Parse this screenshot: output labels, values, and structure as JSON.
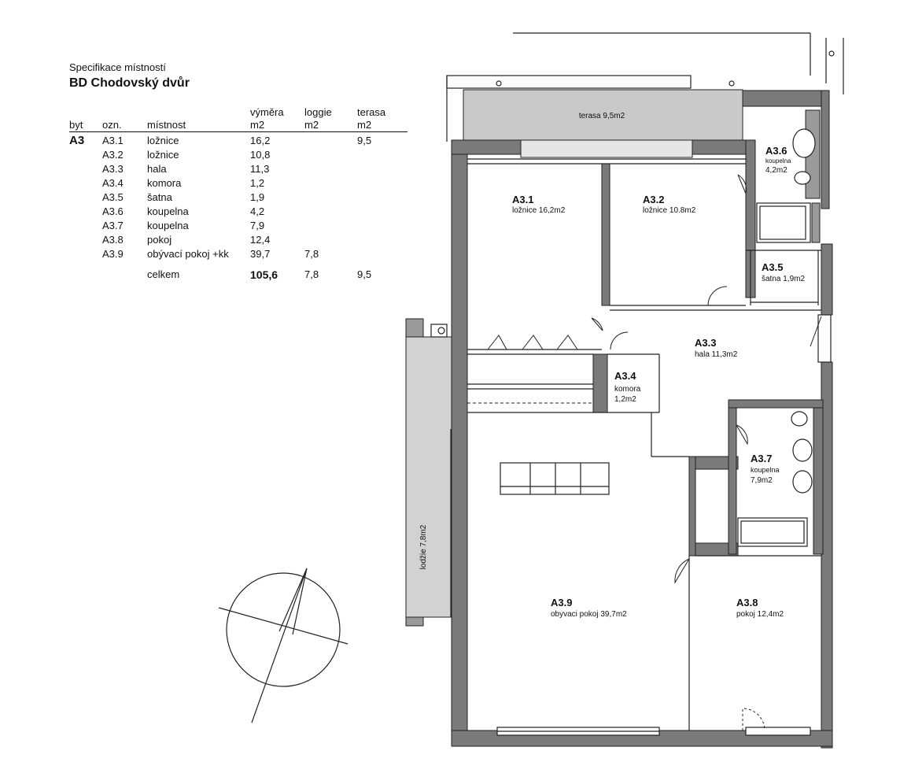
{
  "spec": {
    "subtitle": "Specifikace místností",
    "title": "BD Chodovský dvůr",
    "headers": {
      "byt": "byt",
      "ozn": "ozn.",
      "mistnost": "místnost",
      "vymera": "výměra",
      "vymera_unit": "m2",
      "loggie": "loggie",
      "loggie_unit": "m2",
      "terasa": "terasa",
      "terasa_unit": "m2"
    },
    "byt": "A3",
    "rows": [
      {
        "code": "A3.1",
        "room": "ložnice",
        "area": "16,2",
        "loggie": "",
        "terasa": "9,5"
      },
      {
        "code": "A3.2",
        "room": "ložnice",
        "area": "10,8",
        "loggie": "",
        "terasa": ""
      },
      {
        "code": "A3.3",
        "room": "hala",
        "area": "11,3",
        "loggie": "",
        "terasa": ""
      },
      {
        "code": "A3.4",
        "room": "komora",
        "area": "1,2",
        "loggie": "",
        "terasa": ""
      },
      {
        "code": "A3.5",
        "room": "šatna",
        "area": "1,9",
        "loggie": "",
        "terasa": ""
      },
      {
        "code": "A3.6",
        "room": "koupelna",
        "area": "4,2",
        "loggie": "",
        "terasa": ""
      },
      {
        "code": "A3.7",
        "room": "koupelna",
        "area": "7,9",
        "loggie": "",
        "terasa": ""
      },
      {
        "code": "A3.8",
        "room": "pokoj",
        "area": "12,4",
        "loggie": "",
        "terasa": ""
      },
      {
        "code": "A3.9",
        "room": "obývací pokoj +kk",
        "area": "39,7",
        "loggie": "7,8",
        "terasa": ""
      }
    ],
    "total": {
      "label": "celkem",
      "area": "105,6",
      "loggie": "7,8",
      "terasa": "9,5"
    }
  },
  "plan": {
    "terasa": "terasa 9,5m2",
    "lodzie": "lodžie 7,8m2",
    "rooms": {
      "a31": {
        "code": "A3.1",
        "label": "ložnice 16,2m2"
      },
      "a32": {
        "code": "A3.2",
        "label": "ložnice 10.8m2"
      },
      "a33": {
        "code": "A3.3",
        "label": "hala 11,3m2"
      },
      "a34": {
        "code": "A3.4",
        "label1": "komora",
        "label2": "1,2m2"
      },
      "a35": {
        "code": "A3.5",
        "label": "šatna 1,9m2"
      },
      "a36": {
        "code": "A3.6",
        "label1": "koupelna",
        "label2": "4,2m2"
      },
      "a37": {
        "code": "A3.7",
        "label1": "koupelna",
        "label2": "7,9m2"
      },
      "a38": {
        "code": "A3.8",
        "label": "pokoj 12,4m2"
      },
      "a39": {
        "code": "A3.9",
        "label": "obyvaci pokoj 39,7m2"
      }
    }
  }
}
